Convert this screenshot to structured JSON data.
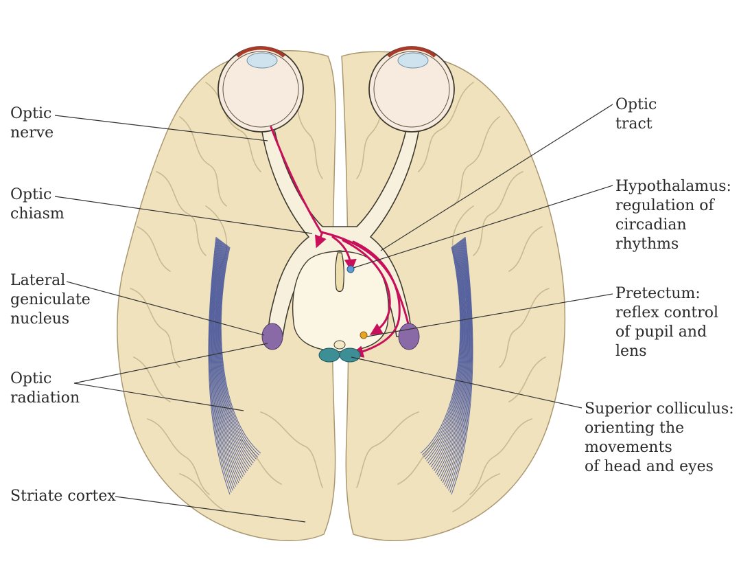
{
  "colors": {
    "brain_fill": "#efe2bd",
    "brain_shade": "#e3d1a2",
    "brain_outline": "#a99770",
    "pathway_fill": "#f7f0dc",
    "pathway_outline": "#3f3a30",
    "visual_path": "#c8105a",
    "radiation_fibers": "#3f4f9a",
    "lgn": "#8a6aa6",
    "colliculus": "#3e8e96",
    "pretectum": "#e6a522",
    "hypothalamus": "#5b9bd5",
    "eye_lens": "#cfe3ef",
    "eye_iris": "#a83a2a",
    "leader_line": "#333333"
  },
  "labels": {
    "optic_nerve": [
      "Optic",
      "nerve"
    ],
    "optic_chiasm": [
      "Optic",
      "chiasm"
    ],
    "lateral_geniculate": [
      "Lateral",
      "geniculate",
      "nucleus"
    ],
    "optic_radiation": [
      "Optic",
      "radiation"
    ],
    "striate_cortex": [
      "Striate cortex"
    ],
    "optic_tract": [
      "Optic",
      "tract"
    ],
    "hypothalamus": [
      "Hypothalamus:",
      "regulation of",
      "circadian",
      "rhythms"
    ],
    "pretectum": [
      "Pretectum:",
      "reflex control",
      "of pupil and",
      "lens"
    ],
    "superior_colliculus": [
      "Superior colliculus:",
      "orienting the",
      "movements",
      "of head and eyes"
    ]
  }
}
